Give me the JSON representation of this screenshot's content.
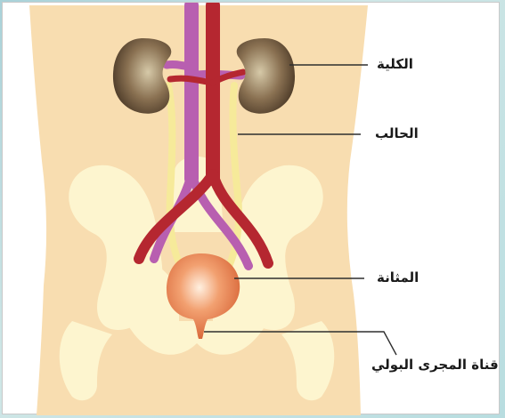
{
  "labels": {
    "kidney": "الكلية",
    "ureter": "الحالب",
    "bladder": "المثانة",
    "urethra": "قناة المجرى البولي"
  },
  "colors": {
    "body": "#f8ddb0",
    "bone": "#fdf5cf",
    "kidney": "#5e4a35",
    "artery": "#b52730",
    "vein": "#b85fb0",
    "ureter": "#f6ea9a",
    "bladder": "#e67e4c",
    "leader_line": "#2e2e2e"
  }
}
